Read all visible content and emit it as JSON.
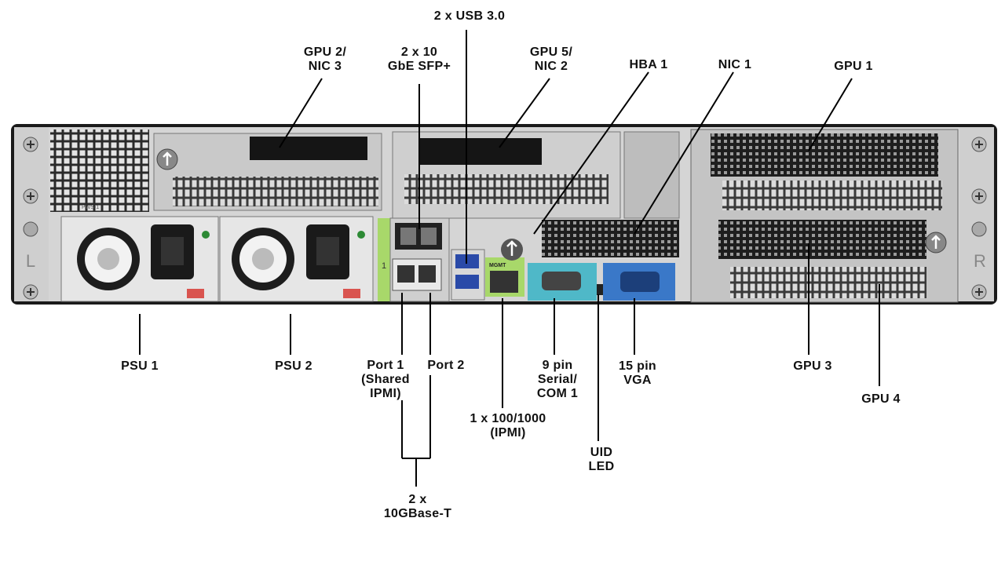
{
  "labels": {
    "usb": "2 x USB 3.0",
    "sfp": "2 x 10\nGbE SFP+",
    "gpu2": "GPU 2/\nNIC 3",
    "gpu5": "GPU 5/\nNIC 2",
    "hba1": "HBA 1",
    "nic1": "NIC 1",
    "gpu1": "GPU 1",
    "psu1": "PSU 1",
    "psu2": "PSU 2",
    "port1": "Port 1\n(Shared\nIPMI)",
    "port2": "Port 2",
    "ipmi": "1 x 100/1000\n(IPMI)",
    "serial": "9 pin\nSerial/\nCOM 1",
    "vga": "15 pin\nVGA",
    "gpu3": "GPU 3",
    "gpu4": "GPU 4",
    "uid": "UID\nLED",
    "tenG": "2 x\n10GBase-T"
  },
  "chassis": {
    "left_mark": "L",
    "right_mark": "R",
    "psu_tag": "PWS-1",
    "mgmt_tag": "MGMT",
    "lan_number": "1"
  },
  "colors": {
    "chassis": "#d9d9d9",
    "mgmt_highlight": "#a8d86a",
    "serial_highlight": "#4fb8c8",
    "vga_highlight": "#3a78c8",
    "psu_latch": "#d9544f"
  }
}
